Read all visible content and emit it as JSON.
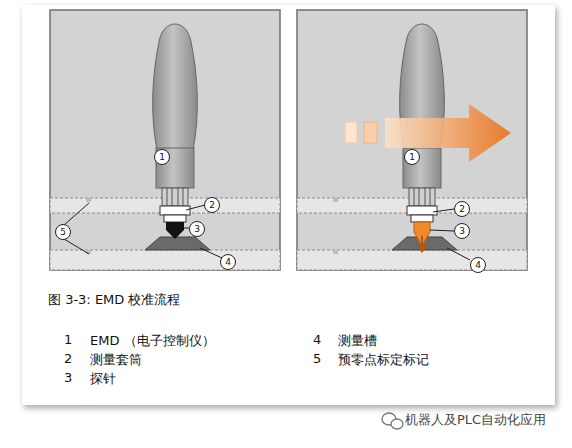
{
  "diagram": {
    "caption": "图 3-3: EMD 校准流程",
    "labels": [
      "1",
      "2",
      "3",
      "4",
      "5",
      "1",
      "2",
      "3",
      "4",
      "1",
      "EMD （电子控制仪）",
      "2",
      "测量套筒",
      "3",
      "探针",
      "4",
      "测量槽",
      "5",
      "预零点标定标记",
      "机器人及PLC自动化应用"
    ]
  }
}
